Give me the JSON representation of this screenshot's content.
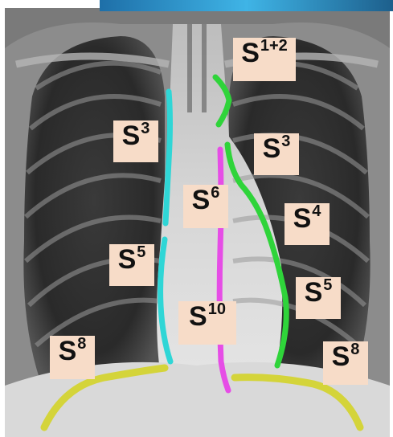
{
  "labels": {
    "right_s3": {
      "letter": "S",
      "sup": "3"
    },
    "right_s5": {
      "letter": "S",
      "sup": "5"
    },
    "right_s8": {
      "letter": "S",
      "sup": "8"
    },
    "center_s6": {
      "letter": "S",
      "sup": "6"
    },
    "center_s10": {
      "letter": "S",
      "sup": "10"
    },
    "left_s1_2": {
      "letter": "S",
      "sup": "1+2"
    },
    "left_s3": {
      "letter": "S",
      "sup": "3"
    },
    "left_s4": {
      "letter": "S",
      "sup": "4"
    },
    "left_s5": {
      "letter": "S",
      "sup": "5"
    },
    "left_s8": {
      "letter": "S",
      "sup": "8"
    }
  },
  "colors": {
    "right_heart_border": "#2fd6d6",
    "left_heart_border": "#2fd43a",
    "descending_aorta": "#e64de6",
    "diaphragm": "#d4d43a",
    "label_background": "#f7dcc8",
    "top_strip": "#2a9fd6"
  }
}
